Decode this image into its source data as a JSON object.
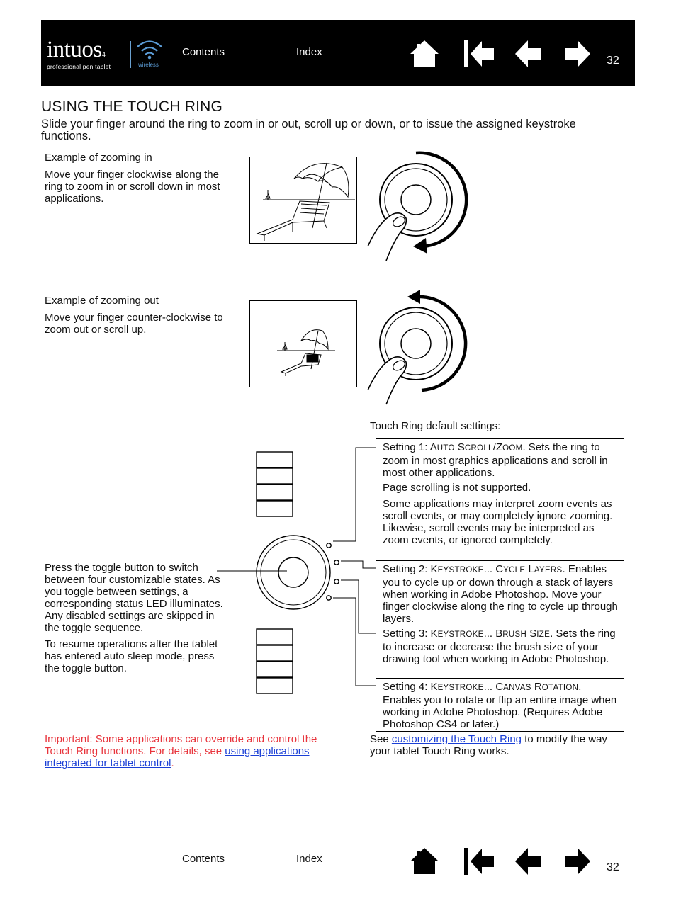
{
  "header": {
    "logo_text": "intuos",
    "logo_version": "4",
    "logo_sub": "professional pen tablet",
    "logo_wireless": "wireless",
    "contents_link": "Contents",
    "index_link": "Index",
    "page_number": "32",
    "nav_icons": [
      "home-icon",
      "first-page-icon",
      "previous-page-icon",
      "next-page-icon"
    ]
  },
  "title": "USING THE TOUCH RING",
  "intro": "Slide your finger around the ring to zoom in or out, scroll up or down, or to issue the assigned keystroke functions.",
  "zoom_in": {
    "heading": "Example of zooming in",
    "body": "Move your finger clockwise along the ring to zoom in or scroll down in most applications."
  },
  "zoom_out": {
    "heading": "Example of zooming out",
    "body": "Move your finger counter-clockwise to zoom out or scroll up."
  },
  "toggle_text": "Press the toggle button to switch between four customizable states. As you toggle between settings, a corresponding status LED illuminates. Any disabled settings are skipped in the toggle sequence.",
  "sleep_text": "To resume operations after the tablet has entered auto sleep mode, press the toggle button.",
  "settings_heading": "Touch Ring default settings:",
  "settings": {
    "s1_prefix": "Setting 1: ",
    "s1_sc1_cap": "A",
    "s1_sc1_rest": "UTO",
    "s1_sc2_cap": " S",
    "s1_sc2_rest": "CROLL",
    "s1_sc3_cap": "/Z",
    "s1_sc3_rest": "OOM",
    "s1_text": ".  Sets the ring to zoom in most graphics applications and scroll in most other applications.",
    "s1_note1": "Page scrolling is not supported.",
    "s1_note2": "Some applications may interpret zoom events as scroll events, or may completely ignore zooming.  Likewise, scroll events may be interpreted as zoom events, or ignored completely.",
    "s2_prefix": "Setting 2: ",
    "s2_sc1_cap": "K",
    "s2_sc1_rest": "EYSTROKE",
    "s2_sc2_cap": "... C",
    "s2_sc2_rest": "YCLE",
    "s2_sc3_cap": " L",
    "s2_sc3_rest": "AYERS",
    "s2_text": ".  Enables you to cycle up or down through a stack of layers when working in Adobe Photoshop.  Move your finger clockwise along the ring to cycle up through layers.",
    "s3_prefix": "Setting 3: ",
    "s3_sc1_cap": "K",
    "s3_sc1_rest": "EYSTROKE",
    "s3_sc2_cap": "... B",
    "s3_sc2_rest": "RUSH",
    "s3_sc3_cap": " S",
    "s3_sc3_rest": "IZE",
    "s3_text": ".  Sets the ring to increase or decrease the brush size of your drawing tool when working in Adobe Photoshop.",
    "s4_prefix": "Setting 4: ",
    "s4_sc1_cap": "K",
    "s4_sc1_rest": "EYSTROKE",
    "s4_sc2_cap": "... C",
    "s4_sc2_rest": "ANVAS",
    "s4_sc3_cap": " R",
    "s4_sc3_rest": "OTATION",
    "s4_text": ".  Enables you to rotate or flip an entire image when working in Adobe Photoshop. (Requires Adobe Photoshop CS4 or later.)"
  },
  "important": {
    "text": "Important: Some applications can override and control the Touch Ring functions.  For details, see ",
    "link": "using applications integrated for tablet control",
    "end": "."
  },
  "see": {
    "prefix": "See ",
    "link": "customizing the Touch Ring",
    "suffix": " to modify the way your tablet Touch Ring works."
  },
  "footer": {
    "contents_link": "Contents",
    "index_link": "Index",
    "page_number": "32"
  },
  "colors": {
    "header_bg": "#000000",
    "important_text": "#e8343c",
    "link": "#1a3fd6",
    "wireless_accent": "#5b9bd5"
  }
}
